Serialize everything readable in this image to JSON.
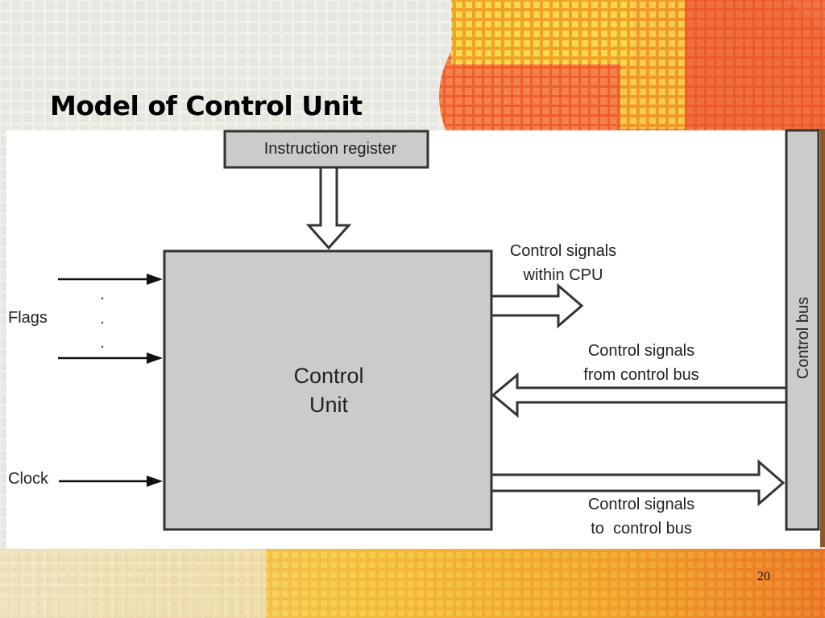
{
  "slide": {
    "title": "Model of Control Unit",
    "page_number": "20"
  },
  "colors": {
    "accent_orange": "#f26a2e",
    "accent_yellow": "#f7c531",
    "block_fill": "#cbcbcb",
    "diagram_background": "#ffffff"
  },
  "diagram": {
    "instruction_register": "Instruction register",
    "control_unit_line1": "Control",
    "control_unit_line2": "Unit",
    "control_bus": "Control bus",
    "flags": "Flags",
    "clock": "Clock",
    "flag_dots": ".",
    "signals_within_cpu_line1": "Control signals",
    "signals_within_cpu_line2": "within CPU",
    "signals_from_bus_line1": "Control signals",
    "signals_from_bus_line2": "from control bus",
    "signals_to_bus_line1": "Control signals",
    "signals_to_bus_line2": "to  control bus"
  }
}
